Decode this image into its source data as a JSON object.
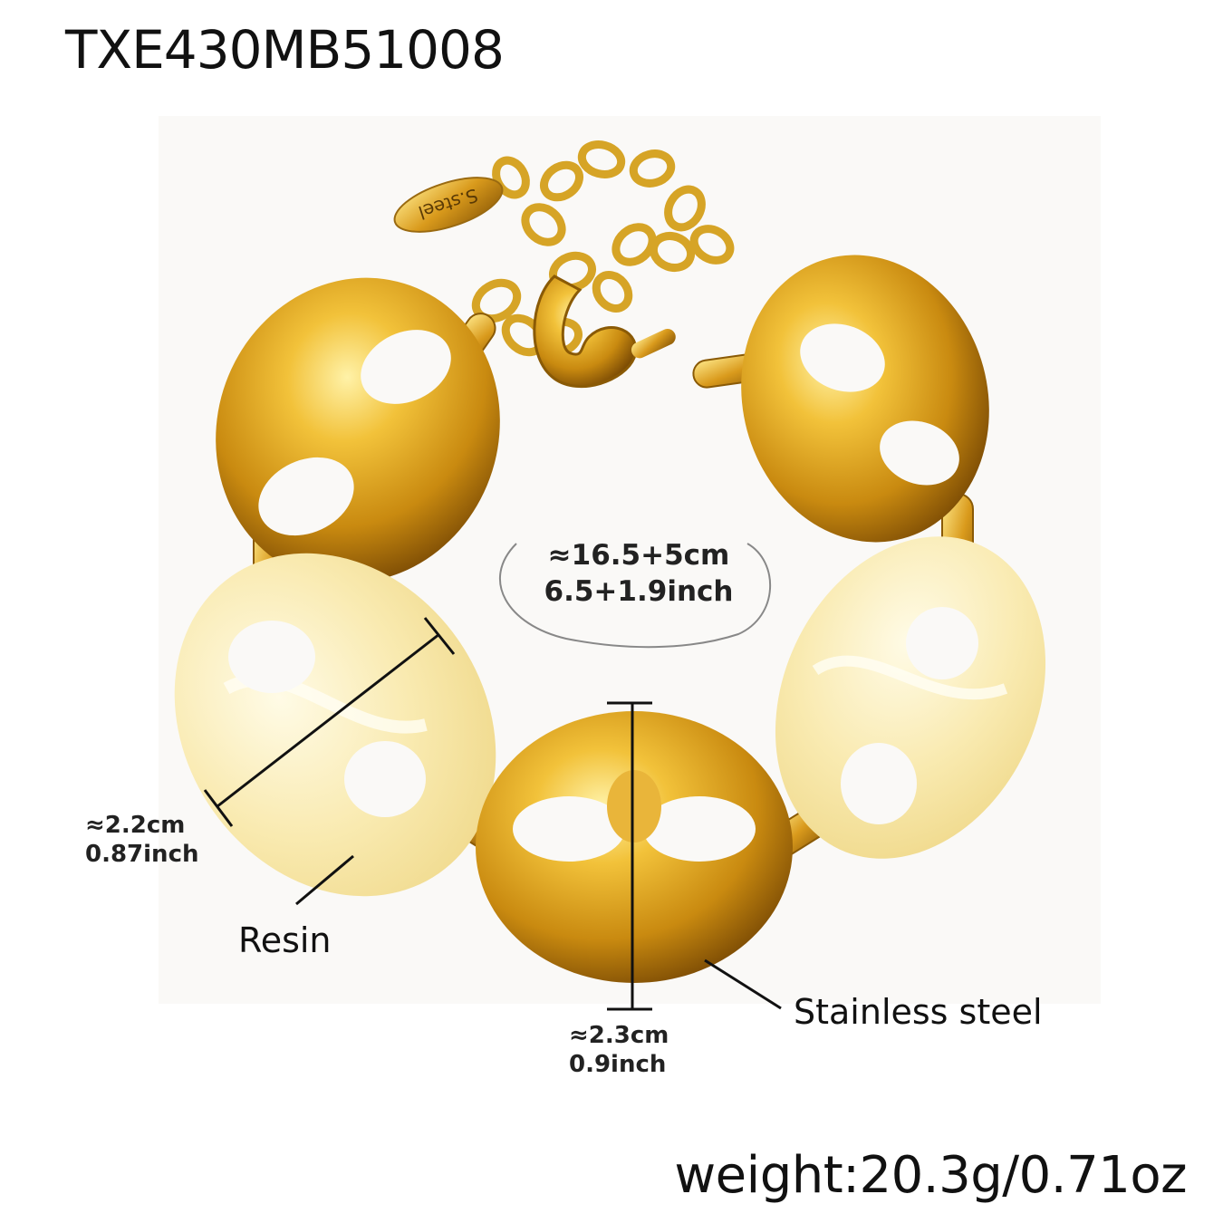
{
  "product_code": "TXE430MB51008",
  "tag_engraving": "S.steel",
  "dimensions": {
    "length_cm": "≈16.5+5cm",
    "length_inch": "6.5+1.9inch",
    "resin_width_cm": "≈2.2cm",
    "resin_width_inch": "0.87inch",
    "steel_height_cm": "≈2.3cm",
    "steel_height_inch": "0.9inch"
  },
  "materials": {
    "resin": "Resin",
    "steel": "Stainless steel"
  },
  "weight": "weight:20.3g/0.71oz",
  "colors": {
    "gold": "#d9a21a",
    "gold_light": "#ffe27a",
    "gold_dark": "#8a5a05",
    "resin": "#f7e7a6",
    "resin_light": "#fff8d8",
    "background": "#ffffff"
  }
}
